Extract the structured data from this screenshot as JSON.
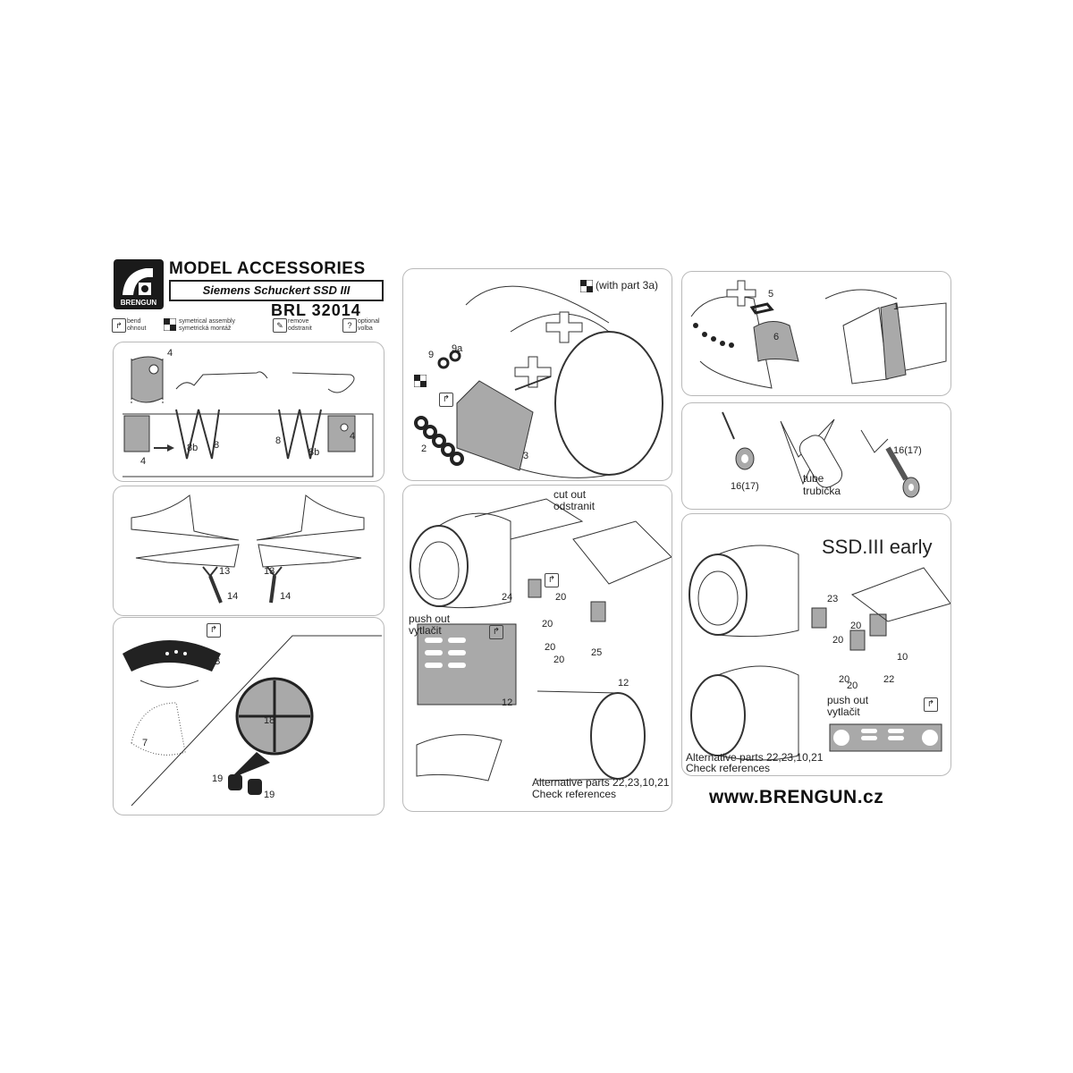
{
  "header": {
    "title": "MODEL ACCESSORIES",
    "subtitle": "Siemens Schuckert SSD III",
    "code": "BRL 32014",
    "logo_text": "BRENGUN"
  },
  "legend": [
    {
      "icon": "bend-icon",
      "en": "bend",
      "cz": "ohnout"
    },
    {
      "icon": "symmetrical-assembly-icon",
      "en": "symetrical assembly",
      "cz": "symetrická montáž"
    },
    {
      "icon": "remove-icon",
      "en": "remove",
      "cz": "odstranit"
    },
    {
      "icon": "optional-icon",
      "symbol": "?",
      "en": "optional",
      "cz": "volba"
    }
  ],
  "panels": {
    "p1": {
      "labels": [
        "4",
        "4",
        "8b",
        "8",
        "8",
        "8b",
        "4"
      ]
    },
    "p2": {
      "labels": [
        "13",
        "14",
        "13",
        "14"
      ]
    },
    "p3": {
      "labels": [
        "7B",
        "7",
        "18",
        "19",
        "19"
      ]
    },
    "p4": {
      "note": "(with part 3a)",
      "labels": [
        "9",
        "9a",
        "2",
        "3"
      ]
    },
    "p5": {
      "cut_out": "cut out",
      "cut_out_cz": "odstranit",
      "push_out": "push out",
      "push_out_cz": "vytlačit",
      "labels": [
        "24",
        "20",
        "20",
        "20",
        "20",
        "25",
        "12",
        "12"
      ],
      "alt_parts": "Alternative parts 22,23,10,21",
      "check": "Check references"
    },
    "p6": {
      "labels": [
        "5",
        "6",
        "1"
      ]
    },
    "p7": {
      "tube": "tube",
      "tube_cz": "trubička",
      "labels": [
        "16(17)",
        "16(17)"
      ]
    },
    "p8": {
      "title": "SSD.III early",
      "labels": [
        "23",
        "20",
        "20",
        "20",
        "10",
        "20",
        "22"
      ],
      "push_out": "push out",
      "push_out_cz": "vytlačit",
      "alt_parts": "Alternative parts 22,23,10,21",
      "check": "Check references"
    }
  },
  "website": "www.BRENGUN.cz",
  "colors": {
    "panel_border": "#b9b9b9",
    "part_fill": "#a9a9a9",
    "ink": "#222222"
  }
}
